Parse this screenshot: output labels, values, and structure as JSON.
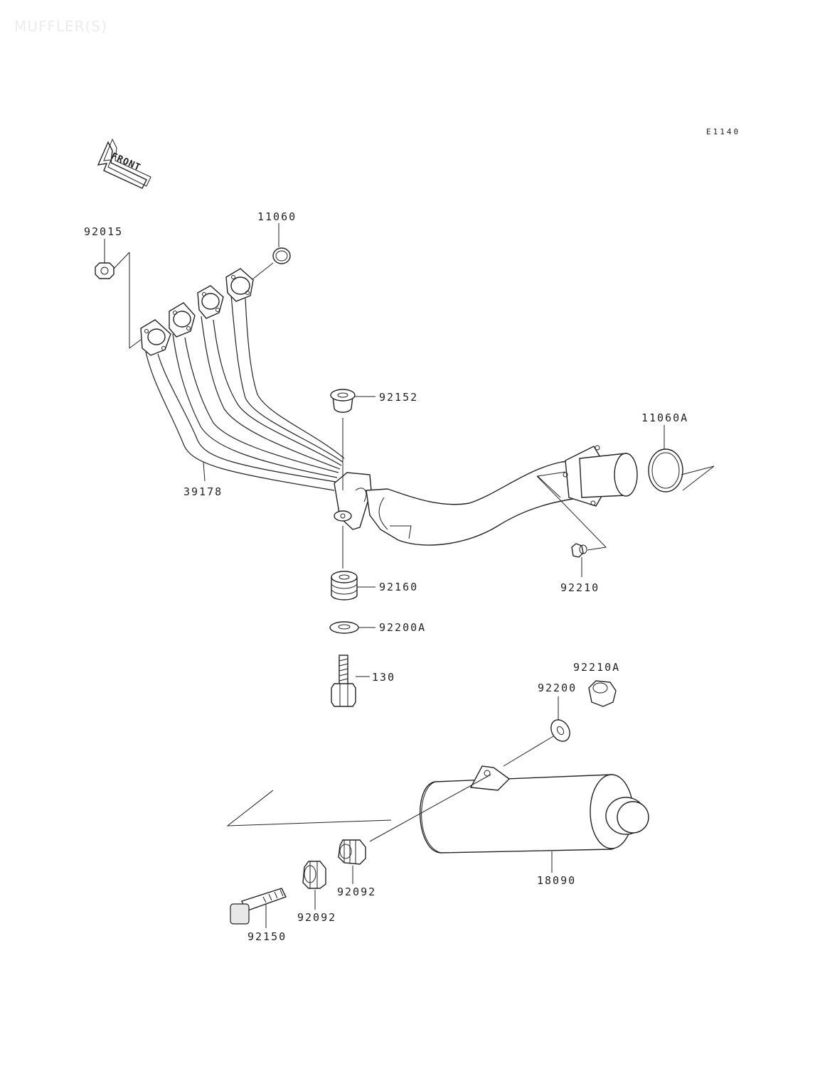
{
  "page": {
    "title": "MUFFLER(S)",
    "code": "E1140",
    "front_label": "FRONT"
  },
  "parts": {
    "p92015": "92015",
    "p11060": "11060",
    "p39178": "39178",
    "p92152": "92152",
    "p11060A": "11060A",
    "p92160": "92160",
    "p92210": "92210",
    "p92200A": "92200A",
    "p130": "130",
    "p92210A": "92210A",
    "p92200": "92200",
    "p18090": "18090",
    "p92092a": "92092",
    "p92092b": "92092",
    "p92150": "92150"
  }
}
